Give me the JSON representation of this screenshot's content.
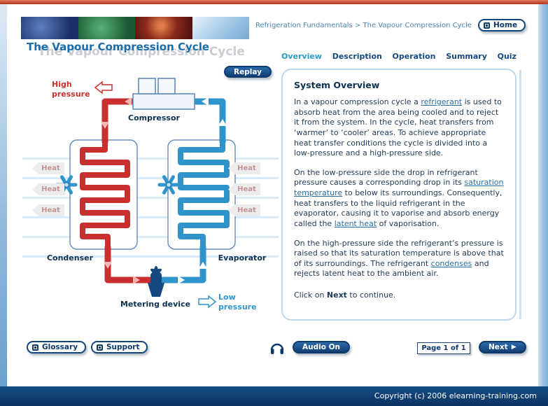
{
  "header": {
    "breadcrumb": "Refrigeration Fundamentals > The Vapour Compression Cycle",
    "home_label": "Home",
    "title": "The Vapour Compression Cycle",
    "title_ghost": "The Vapour Compression Cycle"
  },
  "tabs": [
    {
      "label": "Overview",
      "active": true
    },
    {
      "label": "Description",
      "active": false
    },
    {
      "label": "Operation",
      "active": false
    },
    {
      "label": "Summary",
      "active": false
    },
    {
      "label": "Quiz",
      "active": false
    }
  ],
  "diagram": {
    "replay_label": "Replay",
    "high_pressure_label": "High\npressure",
    "low_pressure_label": "Low\npressure",
    "compressor_label": "Compressor",
    "condenser_label": "Condenser",
    "evaporator_label": "Evaporator",
    "metering_label": "Metering device",
    "heat_label": "Heat"
  },
  "content": {
    "heading": "System Overview",
    "paragraphs": [
      [
        {
          "t": "In a vapour compression cycle a "
        },
        {
          "t": "refrigerant",
          "link": true
        },
        {
          "t": " is used to absorb heat from the area being cooled and to reject it from the system. In the cycle, heat transfers from ‘warmer’ to ‘cooler’ areas. To achieve appropriate heat transfer conditions the cycle is divided into a low-pressure and a high-pressure side."
        }
      ],
      [
        {
          "t": "On the low-pressure side the drop in refrigerant pressure causes a corresponding drop in its "
        },
        {
          "t": "saturation temperature",
          "link": true
        },
        {
          "t": " to below its surroundings. Consequently, heat transfers to the liquid refrigerant in the evaporator, causing it to vaporise and absorb energy called the "
        },
        {
          "t": "latent heat",
          "link": true
        },
        {
          "t": " of vaporisation."
        }
      ],
      [
        {
          "t": "On the high-pressure side the refrigerant’s pressure is raised so that its saturation temperature is above that of its surroundings. The refrigerant "
        },
        {
          "t": "condenses",
          "link": true
        },
        {
          "t": " and rejects latent heat to the ambient air."
        }
      ],
      [
        {
          "t": "Click on "
        },
        {
          "t": "Next",
          "bold": true
        },
        {
          "t": " to continue."
        }
      ]
    ]
  },
  "footer": {
    "glossary_label": "Glossary",
    "support_label": "Support",
    "audio_label": "Audio On",
    "page_label": "Page 1 of 1",
    "next_label": "Next",
    "next_arrow": "▶"
  },
  "copyright": "Copyright (c) 2006 elearning-training.com",
  "colors": {
    "navy": "#15497f",
    "red": "#c83030",
    "blue": "#3094cc",
    "link": "#2a6ea6",
    "tab_active": "#2e9ac4",
    "top_border": "#b3311e"
  }
}
